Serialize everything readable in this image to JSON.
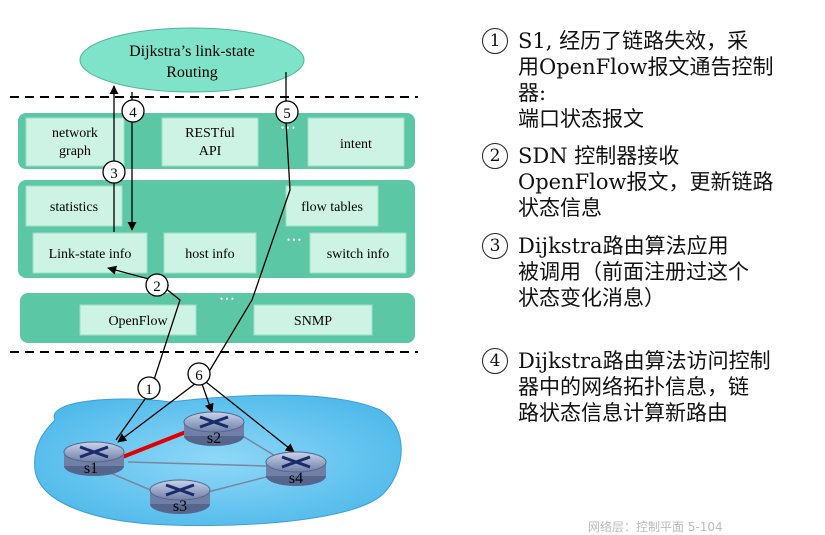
{
  "app": {
    "routing_label_line1": "Dijkstra’s link-state",
    "routing_label_line2": "Routing"
  },
  "layers": {
    "apps": {
      "boxes": [
        {
          "line1": "network",
          "line2": "graph"
        },
        {
          "line1": "RESTful",
          "line2": "API"
        },
        {
          "line1": "intent",
          "line2": ""
        }
      ]
    },
    "controller": {
      "boxes": [
        "statistics",
        "flow tables",
        "Link-state info",
        "host info",
        "switch info"
      ]
    },
    "southbound": {
      "boxes": [
        "OpenFlow",
        "SNMP"
      ]
    },
    "ellipsis": "• • •"
  },
  "diagram_markers": [
    "1",
    "2",
    "3",
    "4",
    "5",
    "6"
  ],
  "switches": [
    "s1",
    "s2",
    "s3",
    "s4"
  ],
  "steps": [
    {
      "num": "1",
      "lines": [
        "S1, 经历了链路失效，采",
        "用OpenFlow报文通告控制",
        "器:",
        "端口状态报文"
      ]
    },
    {
      "num": "2",
      "lines": [
        "SDN 控制器接收",
        "OpenFlow报文，更新链路",
        "状态信息"
      ]
    },
    {
      "num": "3",
      "lines": [
        "Dijkstra路由算法应用",
        "被调用（前面注册过这个",
        "状态变化消息）"
      ]
    },
    {
      "num": "4",
      "lines": [
        "Dijkstra路由算法访问控制",
        "器中的网络拓扑信息，链",
        "路状态信息计算新路由"
      ]
    }
  ],
  "footer": "网络层：控制平面 5-104",
  "colors": {
    "layer_fill": "#5cc7a5",
    "box_fill": "#cdf3e4",
    "cloud_fill": "#5bc2f0",
    "ellipse_fill": "#7ee3c9",
    "failed_link": "#e00000"
  }
}
